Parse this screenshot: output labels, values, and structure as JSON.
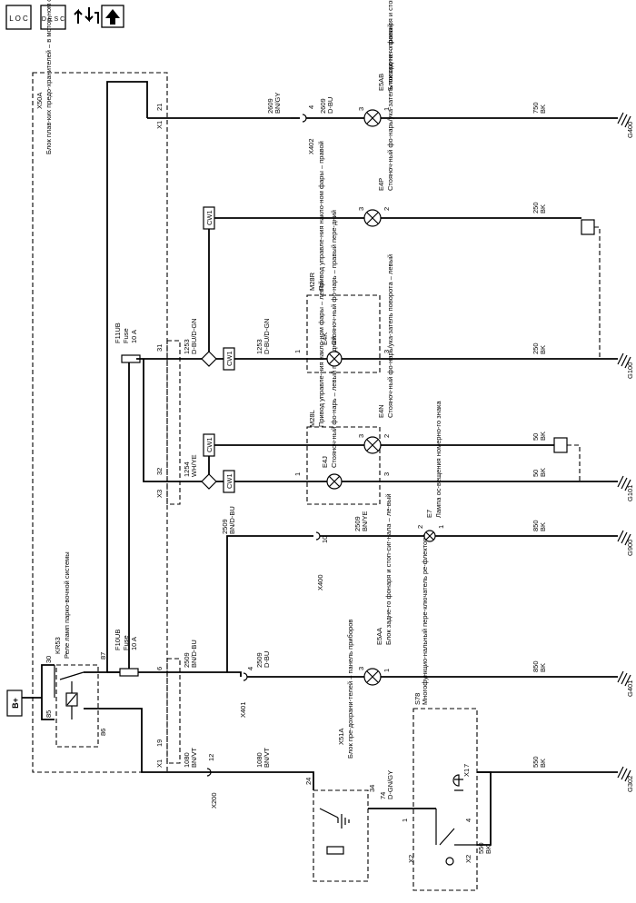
{
  "toolbar": {
    "loc_label": "L O C",
    "desc_label": "D E S C"
  },
  "power": {
    "label": "B+"
  },
  "module": {
    "name": "X50A",
    "desc": "Блок плав-ких предо-хранителей – в мотор-ном отсеке",
    "conn_x1": "X1",
    "conn_x3": "X3",
    "pin_19": "19",
    "pin_6": "6",
    "pin_32": "32",
    "pin_31": "31",
    "pin_21": "21"
  },
  "relay": {
    "name": "KR53",
    "desc": "Реле ламп парко-вочной системы",
    "pin_30": "30",
    "pin_85": "85",
    "pin_86": "86",
    "pin_87": "87"
  },
  "fuses": [
    {
      "name": "F10UB",
      "type": "Fuse",
      "rating": "10 A"
    },
    {
      "name": "F11UB",
      "type": "Fuse",
      "rating": "10 A"
    }
  ],
  "dash_module": {
    "name": "X51A",
    "desc": "Блок пре-дохрани-телей – панель приборов",
    "pin_24": "24",
    "pin_34": "34"
  },
  "switch": {
    "name": "S78",
    "desc": "Многофункцио-нальный пере-ключатель ре-флектора",
    "conn_x1": "X1",
    "conn_x2a": "X2",
    "conn_x2b": "X2",
    "pin_1": "1",
    "pin_4": "4",
    "pin_7": "7"
  },
  "inline_connectors": [
    {
      "name": "X200",
      "pin": "12"
    },
    {
      "name": "X401",
      "pin": "4"
    },
    {
      "name": "X400",
      "pin": "10"
    },
    {
      "name": "X402",
      "pin": "4"
    }
  ],
  "wires": {
    "w1080a": {
      "num": "1080",
      "color": "BN/VT"
    },
    "w1080b": {
      "num": "1080",
      "color": "BN/VT"
    },
    "w74": {
      "num": "74",
      "color": "D-GN/GY"
    },
    "w550a": {
      "num": "550",
      "color": "BK"
    },
    "w550b": {
      "num": "550",
      "color": "BK"
    },
    "w2509a": {
      "num": "2509",
      "color": "BN/D-BU"
    },
    "w2509b": {
      "num": "2509",
      "color": "D-BU"
    },
    "w2509c": {
      "num": "2509",
      "color": "BN/D-BU"
    },
    "w2509d": {
      "num": "2509",
      "color": "BN/YE"
    },
    "w850a": {
      "num": "850",
      "color": "BK"
    },
    "w850b": {
      "num": "850",
      "color": "BK"
    },
    "w1254": {
      "num": "1254",
      "color": "WH/YE"
    },
    "w50a": {
      "num": "50",
      "color": "BK"
    },
    "w50b": {
      "num": "50",
      "color": "BK"
    },
    "w1253a": {
      "num": "1253",
      "color": "D-BU/D-GN"
    },
    "w1253b": {
      "num": "1253",
      "color": "D-BU/D-GN"
    },
    "w250a": {
      "num": "250",
      "color": "BK"
    },
    "w250b": {
      "num": "250",
      "color": "BK"
    },
    "w2609a": {
      "num": "2609",
      "color": "BN/GY"
    },
    "w2609b": {
      "num": "2609",
      "color": "D-BU"
    },
    "w750": {
      "num": "750",
      "color": "BK"
    }
  },
  "cw_label": "CW1",
  "lamps": {
    "e5aa": {
      "name": "E5AA",
      "desc": "Блок задне-го фонаря и стоп-сиг-нала – ле-вый",
      "pin_a": "3",
      "pin_b": "1"
    },
    "e7": {
      "name": "E7",
      "desc": "Лампа ос-вещения номерно-го знака",
      "pin_a": "2",
      "pin_b": "1"
    },
    "e4j": {
      "name": "E4J",
      "desc": "Стояноч-ный фо-нарь – левый пе-редний",
      "pin_a": "1",
      "pin_b": "3"
    },
    "e4n": {
      "name": "E4N",
      "desc": "Стояноч-ный фо-нарь/ука-затель поворота – левый",
      "pin_a": "3",
      "pin_b": "2"
    },
    "e4k": {
      "name": "E4K",
      "desc": "Стояноч-ный фо-нарь – правый пере-дний",
      "pin_a": "1",
      "pin_b": "3"
    },
    "e4p": {
      "name": "E4P",
      "desc": "Стояноч-ный фо-нарь/ука-затель поворота – правый",
      "pin_a": "3",
      "pin_b": "2"
    },
    "e5ab": {
      "name": "E5AB",
      "desc": "Блок зад-него фона-ря и стоп-сигнала – правый",
      "pin_a": "3",
      "pin_b": "1"
    }
  },
  "actuators": {
    "m28l": {
      "name": "M28L",
      "desc": "Привод управле-ния накло-ном фары – левой"
    },
    "m28r": {
      "name": "M28R",
      "desc": "Привод управле-ния накло-ном фары – правой"
    }
  },
  "grounds": [
    "G302",
    "G401",
    "G900",
    "G101",
    "G100",
    "G400"
  ]
}
